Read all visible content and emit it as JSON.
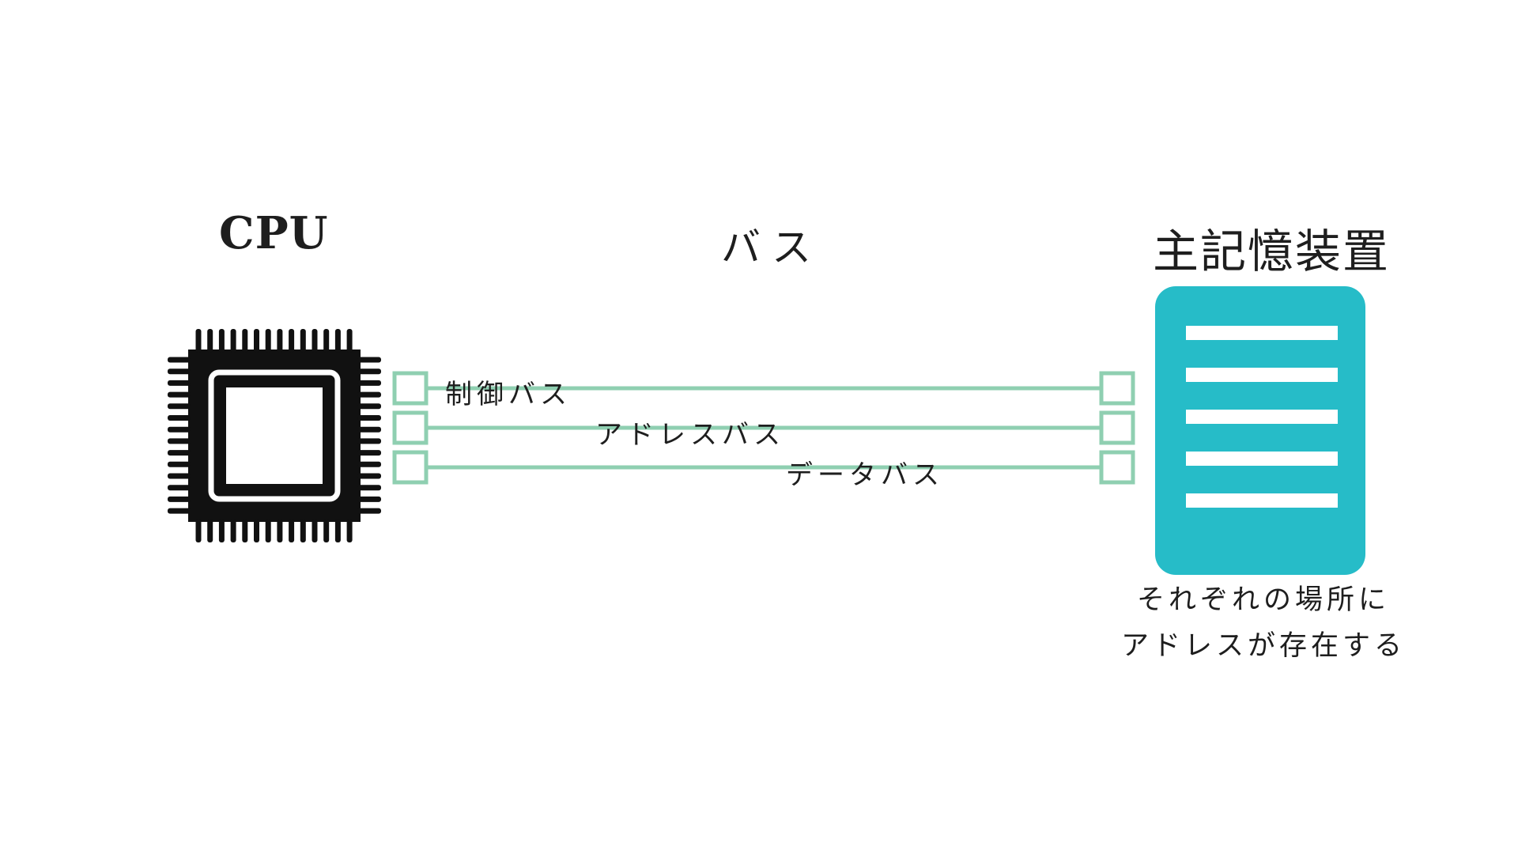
{
  "titles": {
    "cpu": "CPU",
    "bus": "バス",
    "memory": "主記憶装置"
  },
  "buses": [
    {
      "label": "制御バス"
    },
    {
      "label": "アドレスバス"
    },
    {
      "label": "データバス"
    }
  ],
  "memory_caption": {
    "line1": "それぞれの場所に",
    "line2": "アドレスが存在する"
  },
  "colors": {
    "chip": "#111111",
    "bus_line": "#8fcfb1",
    "memory_fill": "#26bcc8",
    "memory_lines": "#ffffff",
    "text": "#1e1e1e"
  },
  "icons": {
    "cpu": "cpu-chip-icon",
    "memory": "memory-document-icon"
  }
}
